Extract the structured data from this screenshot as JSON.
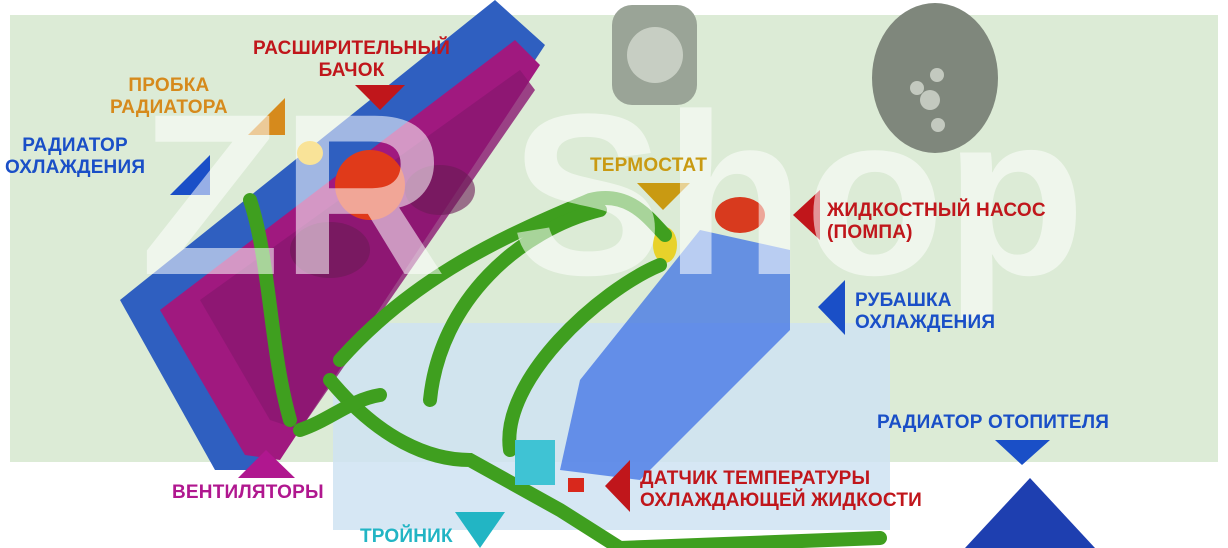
{
  "watermark": "ZR Shop",
  "labels": {
    "expansion_tank": [
      "РАСШИРИТЕЛЬНЫЙ",
      "БАЧОК"
    ],
    "radiator_cap": [
      "ПРОБКА",
      "РАДИАТОРА"
    ],
    "cooling_radiator": [
      "РАДИАТОР",
      "ОХЛАЖДЕНИЯ"
    ],
    "thermostat": "ТЕРМОСТАТ",
    "water_pump": [
      "ЖИДКОСТНЫЙ НАСОС",
      "(ПОМПА)"
    ],
    "cooling_jacket": [
      "РУБАШКА",
      "ОХЛАЖДЕНИЯ"
    ],
    "heater_radiator": "РАДИАТОР ОТОПИТЕЛЯ",
    "temp_sensor": [
      "ДАТЧИК ТЕМПЕРАТУРЫ",
      "ОХЛАЖДАЮЩЕЙ ЖИДКОСТИ"
    ],
    "fans": "ВЕНТИЛЯТОРЫ",
    "tee": "ТРОЙНИК"
  },
  "colors": {
    "red": "#c0161b",
    "orange": "#d68a1c",
    "blue": "#1a4fc7",
    "gold": "#c99a12",
    "purple": "#b0178f",
    "teal": "#22b5c4",
    "hose": "#3f9f1f",
    "background": "#dcebd6"
  }
}
